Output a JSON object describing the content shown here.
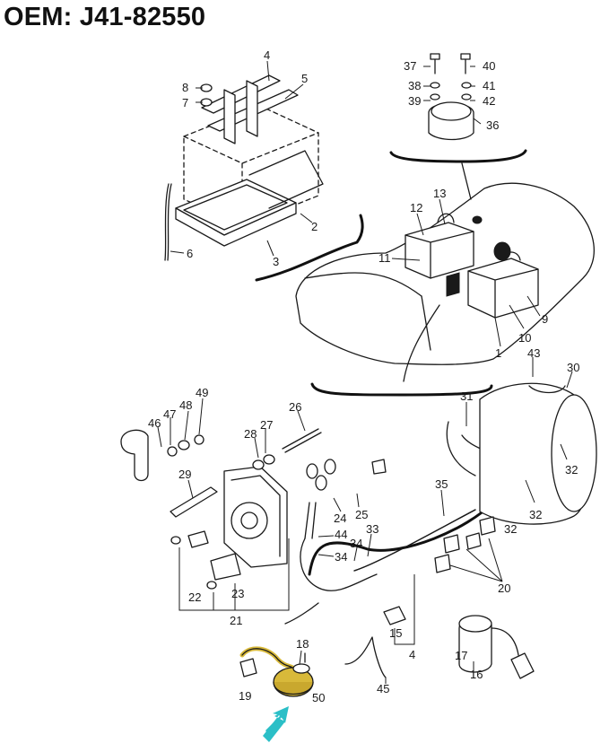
{
  "header": {
    "title": "OEM: J41-82550"
  },
  "highlight": {
    "color": "#d8b93a",
    "arrow_color": "#2bbfc7",
    "highlighted_part": "50"
  },
  "callouts": [
    "1",
    "2",
    "3",
    "4",
    "4",
    "5",
    "6",
    "7",
    "8",
    "9",
    "10",
    "11",
    "12",
    "13",
    "15",
    "16",
    "17",
    "18",
    "19",
    "20",
    "21",
    "22",
    "23",
    "24",
    "25",
    "26",
    "27",
    "28",
    "29",
    "30",
    "31",
    "32",
    "32",
    "32",
    "33",
    "34",
    "34",
    "35",
    "36",
    "37",
    "38",
    "39",
    "40",
    "41",
    "42",
    "43",
    "44",
    "45",
    "46",
    "47",
    "48",
    "49",
    "50"
  ]
}
